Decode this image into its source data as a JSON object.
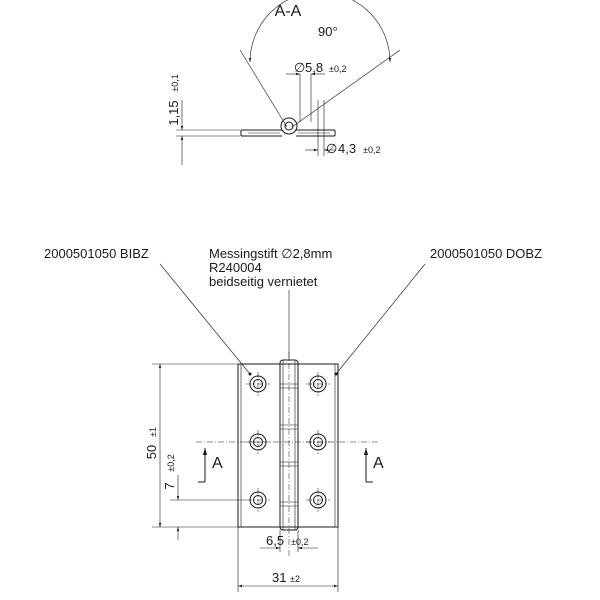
{
  "section": {
    "title": "A-A",
    "angle": "90°",
    "pin_dia": {
      "symbol": "∅",
      "value": "5,8",
      "tol": "±0,2"
    },
    "hole_dia": {
      "symbol": "∅",
      "value": "4,3",
      "tol": "±0,2"
    },
    "thickness": {
      "value": "1,15",
      "tol": "±0,1"
    }
  },
  "labels": {
    "left_part": "2000501050 BIBZ",
    "right_part": "2000501050 DOBZ",
    "pin_line1": "Messingstift ∅2,8mm",
    "pin_line2": "R240004",
    "pin_line3": "beidseitig vernietet"
  },
  "dims": {
    "height": {
      "value": "50",
      "tol": "±1"
    },
    "edge": {
      "value": "7",
      "tol": "±0,2"
    },
    "knuckle": {
      "value": "6,5",
      "tol": "±0,2"
    },
    "width": {
      "value": "31",
      "tol": "±2"
    }
  },
  "section_marks": {
    "left": "A",
    "right": "A"
  }
}
